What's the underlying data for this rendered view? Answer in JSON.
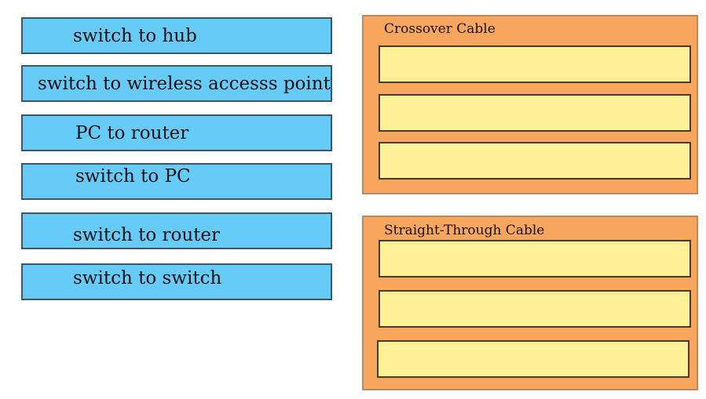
{
  "source_items": [
    {
      "label": "switch to hub"
    },
    {
      "label": "switch to wireless accesss point"
    },
    {
      "label": "PC to router"
    },
    {
      "label": "switch to PC"
    },
    {
      "label": "switch to router"
    },
    {
      "label": "switch to switch"
    }
  ],
  "targets": {
    "crossover": {
      "title": "Crossover Cable"
    },
    "straight_through": {
      "title": "Straight-Through Cable"
    }
  },
  "colors": {
    "item_fill": "#66ccf7",
    "group_fill": "#f8a65d",
    "slot_fill": "#fdf097"
  }
}
